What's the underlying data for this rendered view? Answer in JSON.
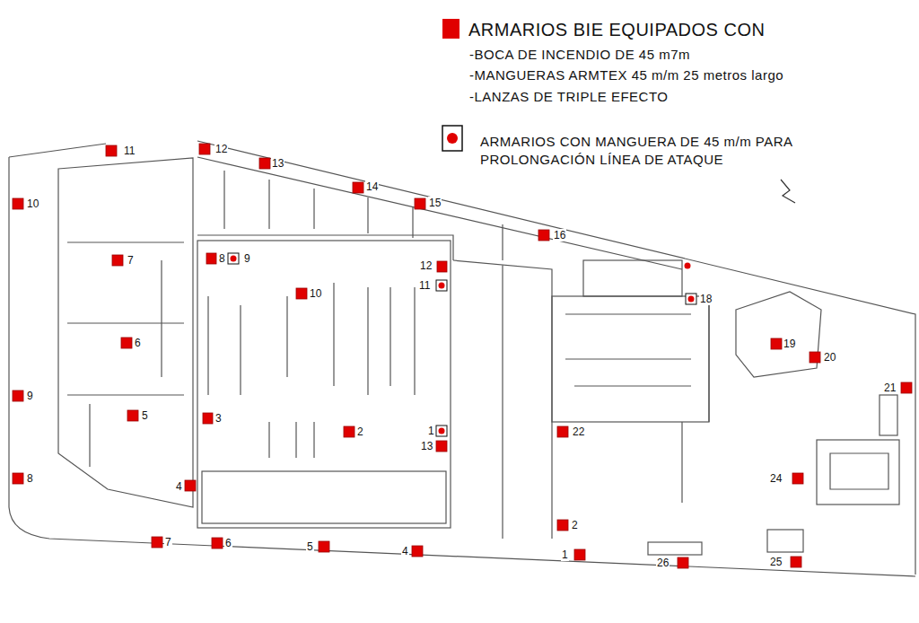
{
  "diagram": {
    "labels": [
      "11",
      "12",
      "13",
      "14",
      "15",
      "16",
      "10",
      "7",
      "8",
      "9",
      "12",
      "10",
      "11",
      "18",
      "6",
      "19",
      "20",
      "9",
      "21",
      "5",
      "3",
      "2",
      "1",
      "22",
      "13",
      "24",
      "8",
      "4",
      "2",
      "7",
      "6",
      "5",
      "4",
      "1",
      "26",
      "25",
      "-BOCA DE INCENDIO DE 45 m7m",
      "-MANGUERAS ARMTEX 45 m/m 25 metros largo",
      "-LANZAS DE TRIPLE EFECTO"
    ],
    "legend": [
      {
        "text": "ARMARIOS BIE EQUIPADOS CON",
        "color": "#e00000"
      },
      {
        "text": "ARMARIOS CON MANGUERA DE 45 m/m PARA PROLONGACIÓN LÍNEA DE ATAQUE"
      }
    ]
  }
}
